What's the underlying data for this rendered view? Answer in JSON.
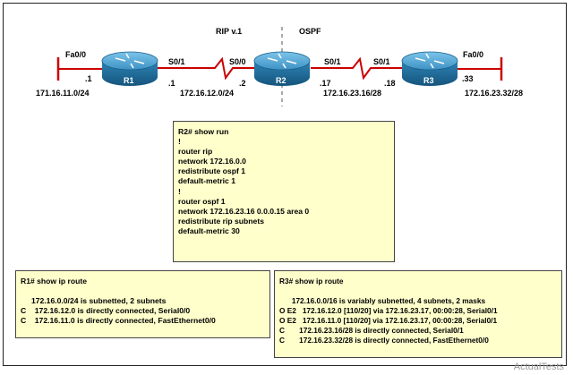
{
  "topology": {
    "domains": {
      "left": "RIP v.1",
      "right": "OSPF"
    },
    "routers": [
      {
        "name": "R1"
      },
      {
        "name": "R2"
      },
      {
        "name": "R3"
      }
    ],
    "labels": {
      "r1_fa": "Fa0/0",
      "r1_fa_host": ".1",
      "r1_lan": "171.16.11.0/24",
      "r1_s01": "S0/1",
      "r1_s_host": ".1",
      "r2_s00": "S0/0",
      "r2_s_host_left": ".2",
      "link12_net": "172.16.12.0/24",
      "r2_s01": "S0/1",
      "r2_s_host_right": ".17",
      "r3_s01": "S0/1",
      "r3_s_host": ".18",
      "link23_net": "172.16.23.16/28",
      "r3_fa": "Fa0/0",
      "r3_fa_host": ".33",
      "r3_lan": "172.16.23.32/28"
    }
  },
  "r2_config": {
    "lines": [
      "R2# show run",
      "!",
      "router rip",
      "network 172.16.0.0",
      "redistribute ospf 1",
      "default-metric 1",
      "!",
      "router ospf 1",
      "network 172.16.23.16 0.0.0.15 area 0",
      "redistribute rip subnets",
      "default-metric 30"
    ]
  },
  "r1_routes": {
    "lines": [
      "R1# show ip route",
      "",
      "     172.16.0.0/24 is subnetted, 2 subnets",
      "C    172.16.12.0 is directly connected, Serial0/0",
      "C    172.16.11.0 is directly connected, FastEthernet0/0"
    ]
  },
  "r3_routes": {
    "lines": [
      "R3# show ip route",
      "",
      "      172.16.0.0/16 is variably subnetted, 4 subnets, 2 masks",
      "O E2   172.16.12.0 [110/20] via 172.16.23.17, 00:00:28, Serial0/1",
      "O E2   172.16.11.0 [110/20] via 172.16.23.17, 00:00:28, Serial0/1",
      "C       172.16.23.16/28 is directly connected, Serial0/1",
      "C       172.16.23.32/28 is directly connected, FastEthernet0/0"
    ]
  },
  "watermark": "ActualTests",
  "colors": {
    "router_body": "#1f6f9e",
    "router_top": "#4aa3d4",
    "link": "#cc0000",
    "note_bg": "#ffffcc"
  }
}
